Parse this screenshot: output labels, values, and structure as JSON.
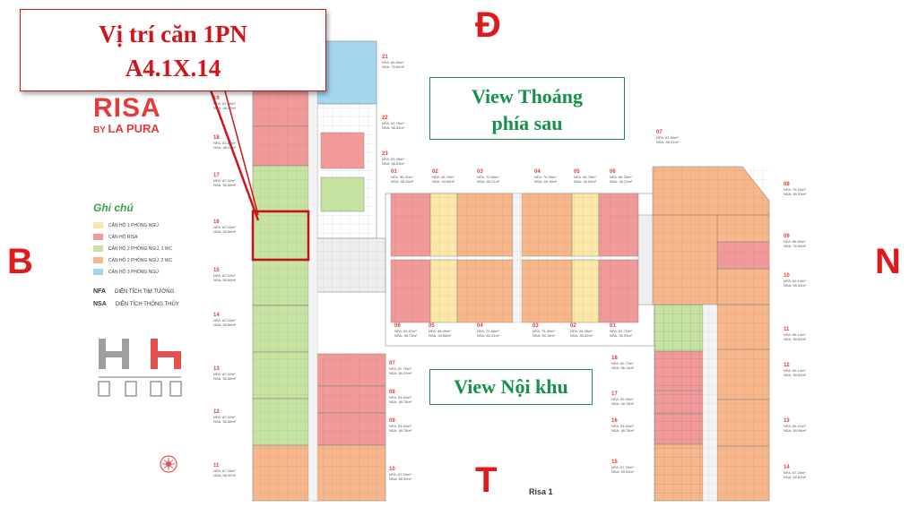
{
  "callout": {
    "line1": "Vị trí căn 1PN",
    "line2": "A4.1X.14"
  },
  "views": {
    "back": {
      "line1": "View Thoáng",
      "line2": "phía sau"
    },
    "inner": "View Nội khu"
  },
  "directions": {
    "top": "Đ",
    "bottom": "T",
    "left": "B",
    "right": "N"
  },
  "logo": {
    "name": "RISA",
    "by": "BY",
    "brand": "LA PURA"
  },
  "legend": {
    "title": "Ghi chú",
    "items": [
      {
        "label": "CĂN HỘ 1 PHÒNG NGỦ",
        "color": "#fbe7a8"
      },
      {
        "label": "CĂN HỘ RISA",
        "color": "#f29a9a"
      },
      {
        "label": "CĂN HỘ 2 PHÒNG NGỦ, 1 WC",
        "color": "#c6e3a2"
      },
      {
        "label": "CĂN HỘ 2 PHÒNG NGỦ, 2 WC",
        "color": "#f7b78a"
      },
      {
        "label": "CĂN HỘ 3 PHÒNG NGỦ",
        "color": "#a3d6ef"
      }
    ],
    "abbr": [
      {
        "key": "NFA",
        "text": "DIỆN TÍCH TIM TƯỜNG"
      },
      {
        "key": "NSA",
        "text": "DIỆN TÍCH THÔNG THỦY"
      }
    ]
  },
  "floor_label": "Risa 1",
  "colors": {
    "one_bed": "#fbe7a8",
    "risa": "#f29a9a",
    "two_bed_1wc": "#c6e3a2",
    "two_bed_2wc": "#f7b78a",
    "three_bed": "#a3d6ef",
    "accent": "#e0191c"
  },
  "units": {
    "left_col": [
      {
        "num": "19",
        "nfa": "NFA: 53.56m²",
        "nsa": "NSA: 48.22m²"
      },
      {
        "num": "18",
        "nfa": "NFA: 53.65m²",
        "nsa": "NSA: 48.22m²"
      },
      {
        "num": "17",
        "nfa": "NFA: 62.02m²",
        "nsa": "NSA: 55.66m²"
      },
      {
        "num": "16",
        "nfa": "NFA: 62.02m²",
        "nsa": "NSA: 55.66m²"
      },
      {
        "num": "15",
        "nfa": "NFA: 62.02m²",
        "nsa": "NSA: 55.66m²"
      },
      {
        "num": "14",
        "nfa": "NFA: 62.02m²",
        "nsa": "NSA: 55.66m²"
      },
      {
        "num": "13",
        "nfa": "NFA: 62.02m²",
        "nsa": "NSA: 55.66m²"
      },
      {
        "num": "12",
        "nfa": "NFA: 62.02m²",
        "nsa": "NSA: 55.66m²"
      },
      {
        "num": "11",
        "nfa": "NFA: 67.29m²",
        "nsa": "NSA: 58.90m²"
      }
    ],
    "mid_left": [
      {
        "num": "21",
        "nfa": "NFA: 85.54m²",
        "nsa": "NSA: 75.84m²"
      },
      {
        "num": "22",
        "nfa": "NFA: 62.79m²",
        "nsa": "NSA: 56.54m²"
      },
      {
        "num": "23",
        "nfa": "NFA: 63.49m²",
        "nsa": "NSA: 56.63m²"
      }
    ],
    "top_row": [
      {
        "num": "01",
        "nfa": "NFA: 55.21m²",
        "nsa": "NSA: 48.33m²"
      },
      {
        "num": "02",
        "nfa": "NFA: 48.79m²",
        "nsa": "NSA: 44.58m²"
      },
      {
        "num": "03",
        "nfa": "NFA: 72.66m²",
        "nsa": "NSA: 65.71m²"
      },
      {
        "num": "04",
        "nfa": "NFA: 76.39m²",
        "nsa": "NSA: 69.16m²"
      },
      {
        "num": "05",
        "nfa": "NFA: 46.79m²",
        "nsa": "NSA: 45.54m²"
      },
      {
        "num": "06",
        "nfa": "NFA: 55.33m²",
        "nsa": "NSA: 48.23m²"
      }
    ],
    "bottom_row": [
      {
        "num": "06",
        "nfa": "NFA: 53.97m²",
        "nsa": "NSA: 48.73m²"
      },
      {
        "num": "05",
        "nfa": "NFA: 48.49m²",
        "nsa": "NSA: 44.58m²"
      },
      {
        "num": "04",
        "nfa": "NFA: 72.66m²",
        "nsa": "NSA: 62.01m²"
      },
      {
        "num": "03",
        "nfa": "NFA: 76.39m²",
        "nsa": "NSA: 69.16m²"
      },
      {
        "num": "02",
        "nfa": "NFA: 46.28m²",
        "nsa": "NSA: 45.52m²"
      },
      {
        "num": "01",
        "nfa": "NFA: 62.72m²",
        "nsa": "NSA: 55.93m²"
      }
    ],
    "center_left": [
      {
        "num": "07",
        "nfa": "NFA: 62.79m²",
        "nsa": "NSA: 56.20m²"
      },
      {
        "num": "08",
        "nfa": "NFA: 53.94m²",
        "nsa": "NSA: 48.78m²"
      },
      {
        "num": "09",
        "nfa": "NFA: 53.94m²",
        "nsa": "NSA: 48.78m²"
      },
      {
        "num": "10",
        "nfa": "NFA: 67.20m²",
        "nsa": "NSA: 58.90m²"
      }
    ],
    "center_right": [
      {
        "num": "18",
        "nfa": "NFA: 62.72m²",
        "nsa": "NSA: 56.14m²"
      },
      {
        "num": "17",
        "nfa": "NFA: 53.94m²",
        "nsa": "NSA: 48.78m²"
      },
      {
        "num": "16",
        "nfa": "NFA: 53.94m²",
        "nsa": "NSA: 48.78m²"
      },
      {
        "num": "15",
        "nfa": "NFA: 67.20m²",
        "nsa": "NSA: 59.52m²"
      }
    ],
    "right_col": [
      {
        "num": "07",
        "nfa": "NFA: 62.60m²",
        "nsa": "NSA: 56.31m²"
      },
      {
        "num": "08",
        "nfa": "NFA: 76.15m²",
        "nsa": "NSA: 65.33m²"
      },
      {
        "num": "09",
        "nfa": "NFA: 86.92m²",
        "nsa": "NSA: 76.99m²"
      },
      {
        "num": "10",
        "nfa": "NFA: 66.14m²",
        "nsa": "NSA: 59.53m²"
      },
      {
        "num": "11",
        "nfa": "NFA: 66.14m²",
        "nsa": "NSA: 59.52m²"
      },
      {
        "num": "12",
        "nfa": "NFA: 66.14m²",
        "nsa": "NSA: 59.52m²"
      },
      {
        "num": "13",
        "nfa": "NFA: 66.21m²",
        "nsa": "NSA: 59.54m²"
      },
      {
        "num": "14",
        "nfa": "NFA: 67.20m²",
        "nsa": "NSA: 59.62m²"
      }
    ]
  }
}
